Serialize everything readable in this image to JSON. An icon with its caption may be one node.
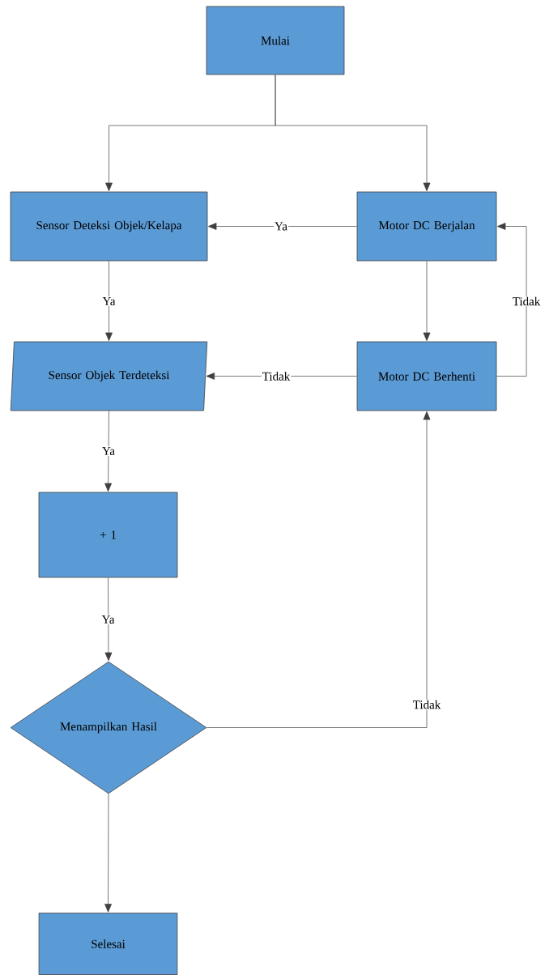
{
  "diagram": {
    "nodes": [
      {
        "text": [
          "Mulai"
        ]
      },
      {
        "text": [
          "Sensor Deteksi Objek/Kelapa"
        ]
      },
      {
        "text": [
          "Motor DC Berjalan"
        ]
      },
      {
        "text": [
          "Sensor Objek Terdeteksi"
        ]
      },
      {
        "text": [
          "Motor DC Berhenti"
        ]
      },
      {
        "text": [
          "+ 1"
        ]
      },
      {
        "text": [
          "Menampilkan Hasil"
        ]
      },
      {
        "text": [
          "Selesai"
        ]
      }
    ],
    "edges": [
      {
        "from": 0,
        "to": 1,
        "arrow": "to"
      },
      {
        "from": 0,
        "to": 2,
        "arrow": "to"
      },
      {
        "from": 2,
        "to": 1,
        "arrow": "to",
        "label": "Ya"
      },
      {
        "from": 1,
        "to": 3,
        "arrow": "to",
        "label": "Ya"
      },
      {
        "from": 2,
        "to": 4,
        "arrow": "to"
      },
      {
        "from": 4,
        "to": 2,
        "arrow": "to",
        "label": "Tidak"
      },
      {
        "from": 4,
        "to": 3,
        "arrow": "to",
        "label": "Tidak"
      },
      {
        "from": 3,
        "to": 5,
        "arrow": "to",
        "label": "Ya"
      },
      {
        "from": 5,
        "to": 6,
        "arrow": "to",
        "label": "Ya"
      },
      {
        "from": 6,
        "to": 4,
        "arrow": "to",
        "label": "Tidak"
      },
      {
        "from": 6,
        "to": 7,
        "arrow": "to"
      }
    ]
  }
}
